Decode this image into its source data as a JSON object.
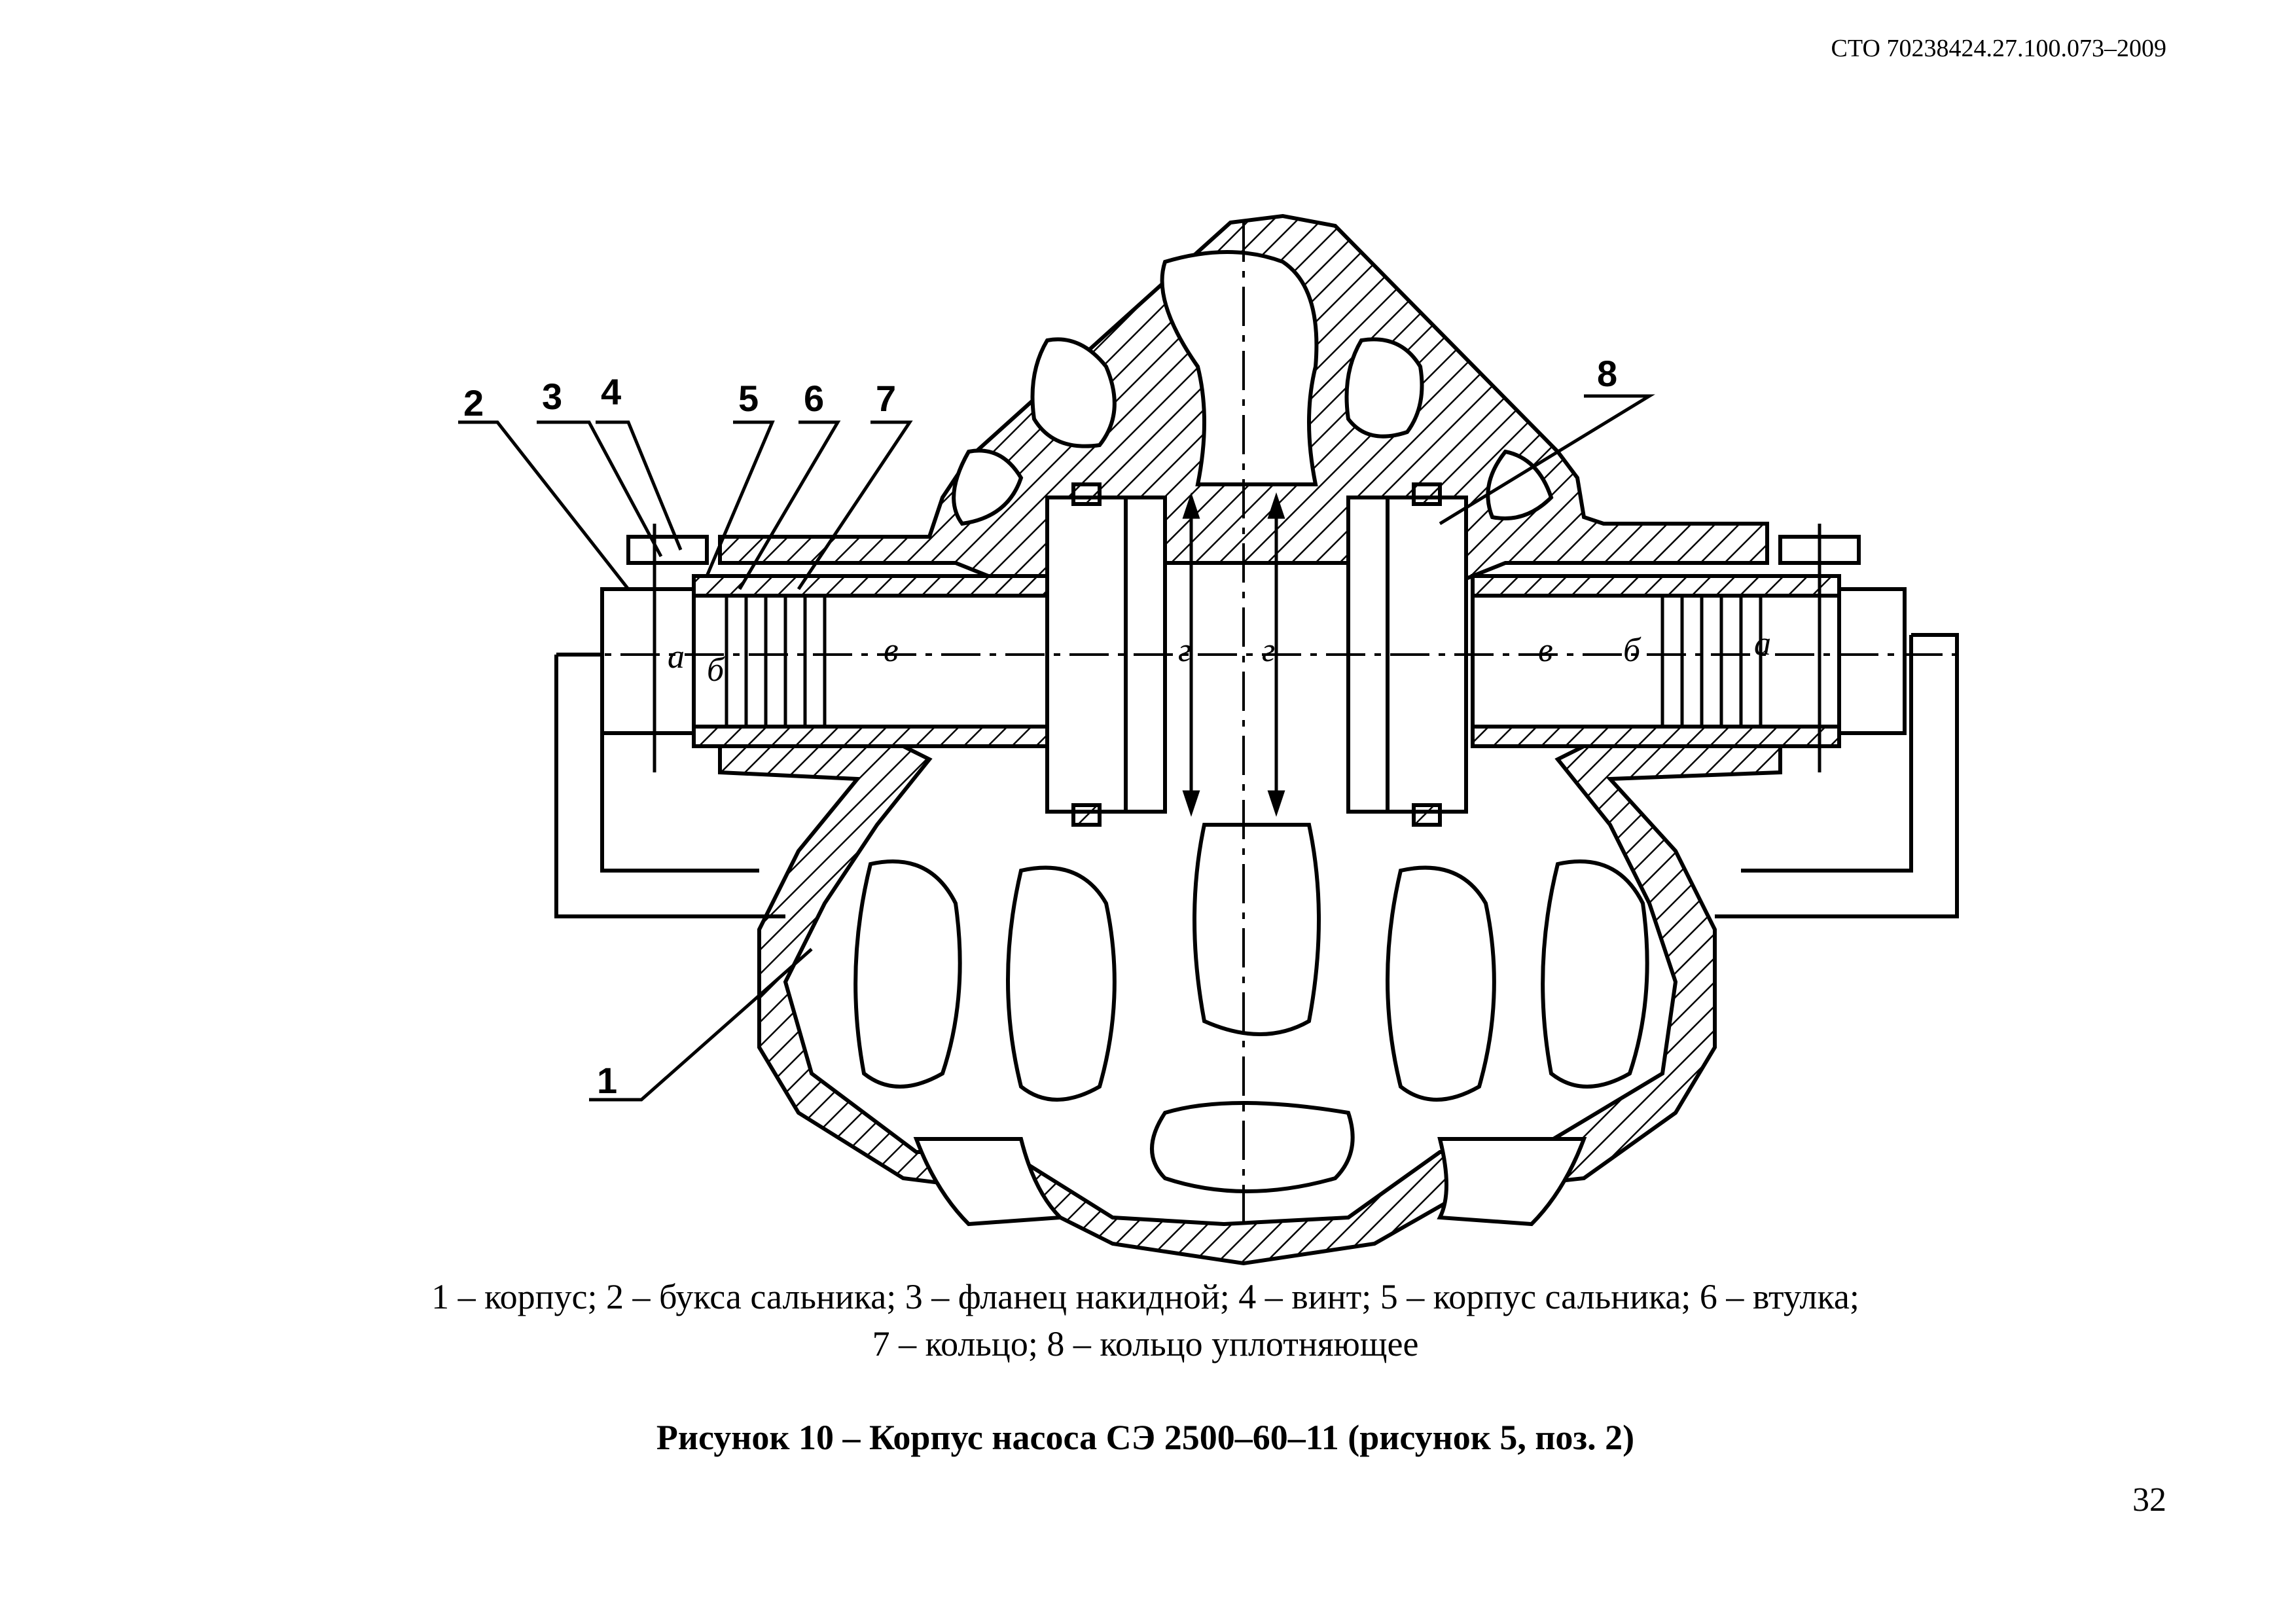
{
  "header": {
    "doc_code": "СТО 70238424.27.100.073–2009"
  },
  "figure": {
    "callouts": [
      "1",
      "2",
      "3",
      "4",
      "5",
      "6",
      "7",
      "8"
    ],
    "drawing_marks": {
      "left_g": "г",
      "right_g": "г",
      "left_a": "а",
      "left_b": "б",
      "left_v": "в",
      "right_v": "в",
      "right_b": "б",
      "right_a": "а"
    },
    "legend_line1": "1 – корпус; 2 – букса сальника; 3 – фланец накидной; 4 – винт; 5 – корпус сальника; 6 – втулка;",
    "legend_line2": "7 – кольцо; 8 – кольцо уплотняющее",
    "caption": "Рисунок 10 – Корпус насоса СЭ 2500–60–11 (рисунок 5, поз. 2)"
  },
  "footer": {
    "page_number": "32"
  }
}
